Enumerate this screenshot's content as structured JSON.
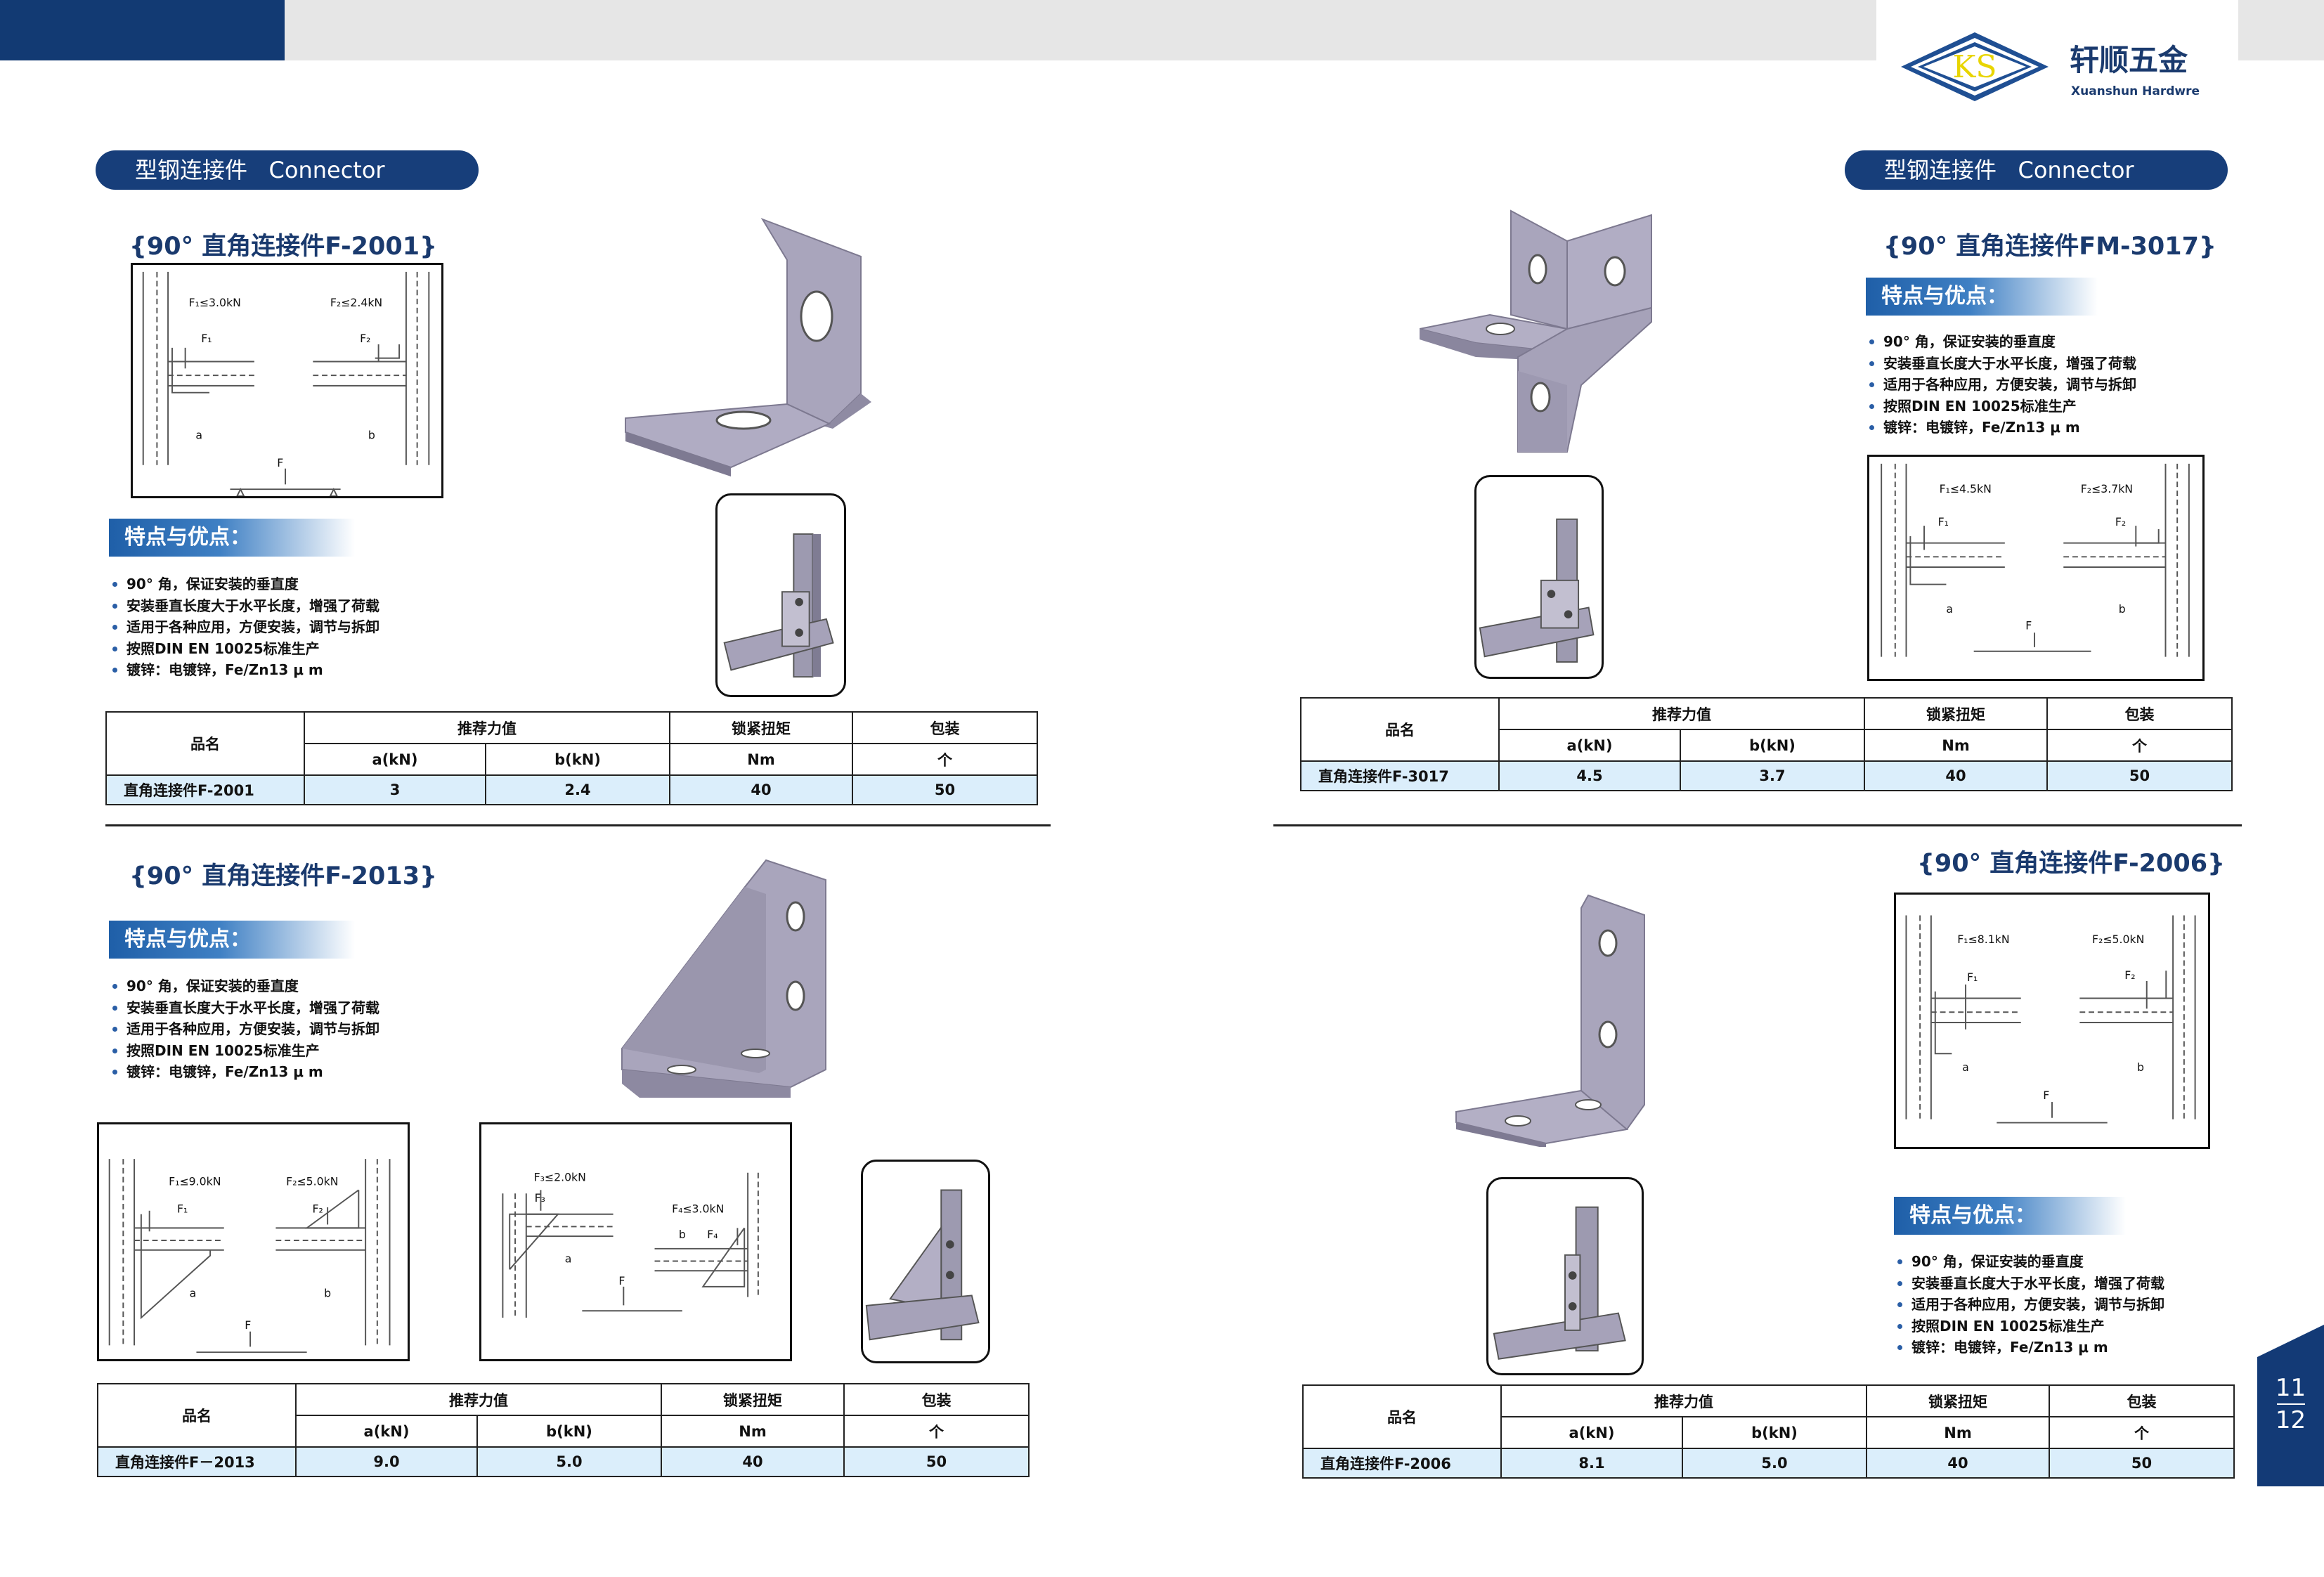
{
  "brand": {
    "logo_text": "KS",
    "name_cn": "轩顺五金",
    "name_en": "Xuanshun Hardwre"
  },
  "section": {
    "left": "型钢连接件   Connector",
    "right": "型钢连接件   Connector"
  },
  "features_label": "特点与优点：",
  "diagram_text": {
    "a": "a",
    "b": "b",
    "F": "F",
    "F1": "F₁",
    "F2": "F₂"
  },
  "table_headers": {
    "name": "品名",
    "force": "推荐力值",
    "torque": "锁紧扭矩",
    "pack": "包装",
    "a": "a(kN)",
    "b": "b(kN)",
    "nm": "Nm",
    "unit": "个"
  },
  "products": [
    {
      "title": "{90°  直角连接件F-2001}",
      "f1": "F₁≤3.0kN",
      "f2": "F₂≤2.4kN",
      "features": [
        "90°  角，保证安装的垂直度",
        "安装垂直长度大于水平长度，增强了荷载",
        "适用于各种应用，方便安装，调节与拆卸",
        "按照DIN EN 10025标准生产",
        "镀锌：电镀锌，Fe/Zn13 μ m"
      ],
      "row": {
        "name": "直角连接件F-2001",
        "a": "3",
        "b": "2.4",
        "nm": "40",
        "pack": "50"
      }
    },
    {
      "title": "{90°  直角连接件F-2013}",
      "f1a": "F₁≤9.0kN",
      "f2a": "F₂≤5.0kN",
      "f1b": "F₃≤2.0kN",
      "f2b": "F₄≤3.0kN",
      "F3": "F₃",
      "F4": "F₄",
      "features": [
        "90°  角，保证安装的垂直度",
        "安装垂直长度大于水平长度，增强了荷载",
        "适用于各种应用，方便安装，调节与拆卸",
        "按照DIN EN 10025标准生产",
        "镀锌：电镀锌，Fe/Zn13 μ m"
      ],
      "row": {
        "name": "直角连接件F－2013",
        "a": "9.0",
        "b": "5.0",
        "nm": "40",
        "pack": "50"
      }
    },
    {
      "title": "{90°  直角连接件FM-3017}",
      "f1": "F₁≤4.5kN",
      "f2": "F₂≤3.7kN",
      "features": [
        "90°  角，保证安装的垂直度",
        "安装垂直长度大于水平长度，增强了荷载",
        "适用于各种应用，方便安装，调节与拆卸",
        "按照DIN EN 10025标准生产",
        "镀锌：电镀锌，Fe/Zn13 μ m"
      ],
      "row": {
        "name": "直角连接件F-3017",
        "a": "4.5",
        "b": "3.7",
        "nm": "40",
        "pack": "50"
      }
    },
    {
      "title": "{90°  直角连接件F-2006}",
      "f1": "F₁≤8.1kN",
      "f2": "F₂≤5.0kN",
      "features": [
        "90°  角，保证安装的垂直度",
        "安装垂直长度大于水平长度，增强了荷载",
        "适用于各种应用，方便安装，调节与拆卸",
        "按照DIN EN 10025标准生产",
        "镀锌：电镀锌，Fe/Zn13 μ m"
      ],
      "row": {
        "name": "直角连接件F-2006",
        "a": "8.1",
        "b": "5.0",
        "nm": "40",
        "pack": "50"
      }
    }
  ],
  "page_num": {
    "left": "11",
    "right": "12"
  },
  "colors": {
    "navy": "#173e7a",
    "metal": "#a6a2b9",
    "row_bg": "#dbeefb"
  }
}
